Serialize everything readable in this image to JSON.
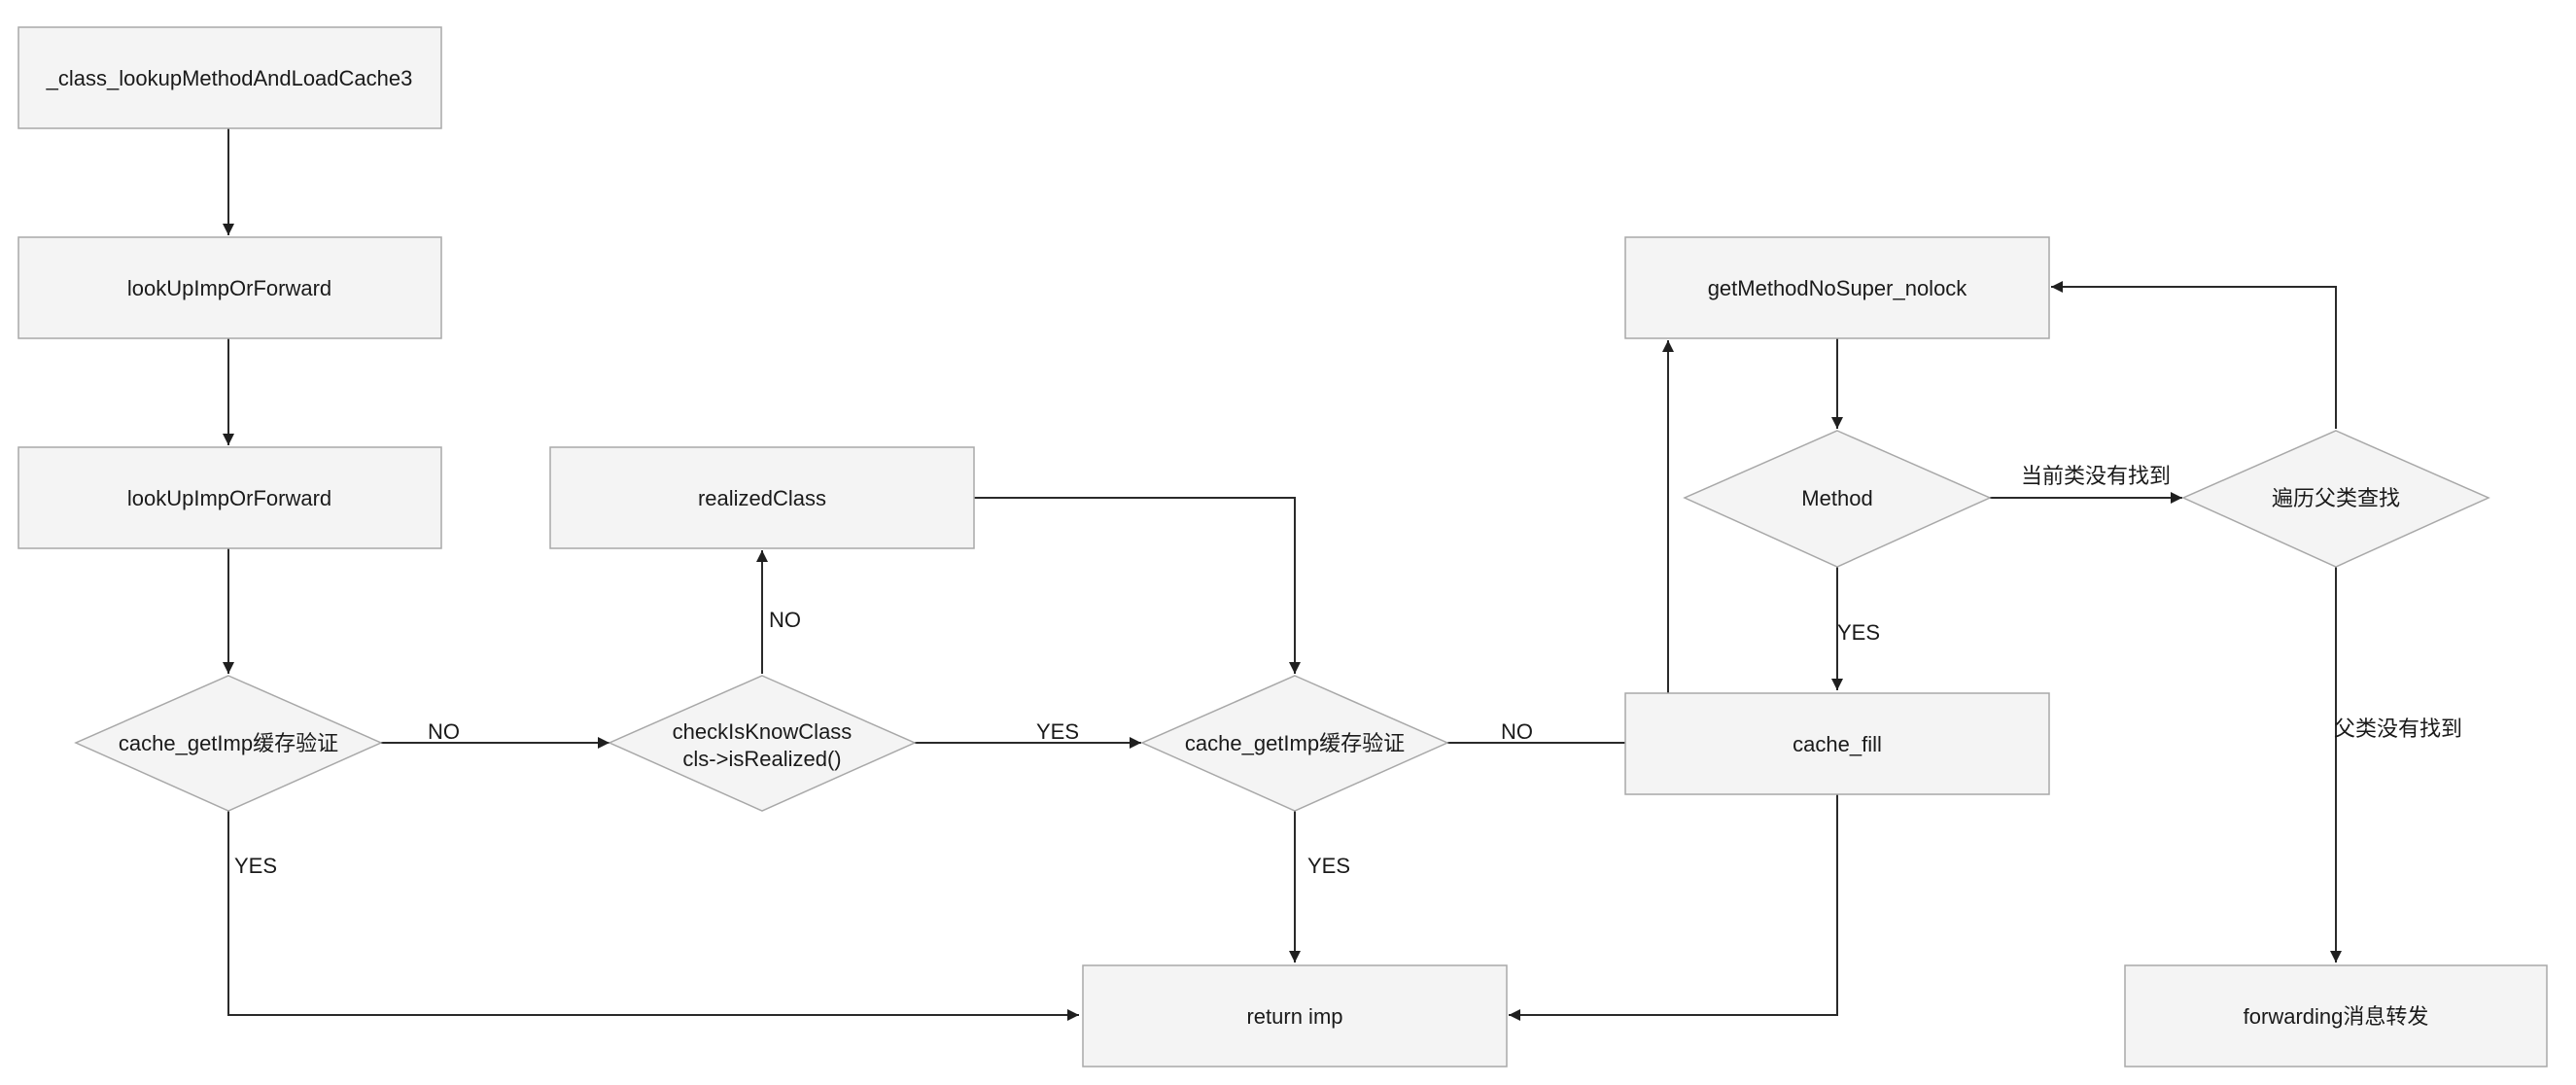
{
  "nodes": {
    "class_lookup": "_class_lookupMethodAndLoadCache3",
    "lookup1": "lookUpImpOrForward",
    "lookup2": "lookUpImpOrForward",
    "cache_check1": "cache_getImp缓存验证",
    "check_known_line1": "checkIsKnowClass",
    "check_known_line2": "cls->isRealized()",
    "realized_class": "realizedClass",
    "cache_check2": "cache_getImp缓存验证",
    "get_method": "getMethodNoSuper_nolock",
    "method": "Method",
    "traverse_super": "遍历父类查找",
    "cache_fill": "cache_fill",
    "return_imp": "return imp",
    "forwarding": "forwarding消息转发"
  },
  "edge_labels": {
    "check1_no": "NO",
    "check1_yes": "YES",
    "known_no": "NO",
    "known_yes": "YES",
    "check2_no": "NO",
    "check2_yes": "YES",
    "method_yes": "YES",
    "method_not_found": "当前类没有找到",
    "super_not_found": "父类没有找到"
  }
}
